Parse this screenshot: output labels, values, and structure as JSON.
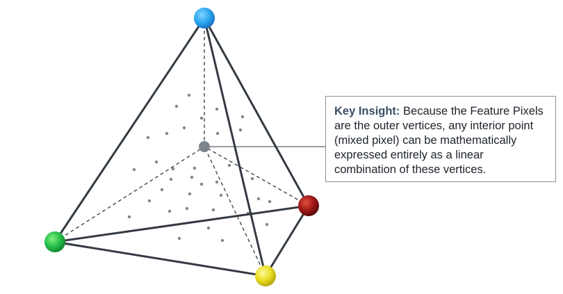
{
  "callout": {
    "label": "Key Insight:",
    "text": " Because the Feature Pixels are the outer vertices, any interior point (mixed pixel) can be mathematically expressed entirely as a linear combination of these vertices."
  },
  "vertices": [
    {
      "name": "top",
      "color": "#2aa6ef"
    },
    {
      "name": "left",
      "color": "#27bd4a"
    },
    {
      "name": "bottom",
      "color": "#e9dc1f"
    },
    {
      "name": "right",
      "color": "#9c1616"
    },
    {
      "name": "center",
      "color": "#7d838b"
    }
  ],
  "colors": {
    "edge": "#343a42",
    "dot": "#7f858c",
    "callout_border": "#8a8f96",
    "label": "#3a4e63"
  }
}
